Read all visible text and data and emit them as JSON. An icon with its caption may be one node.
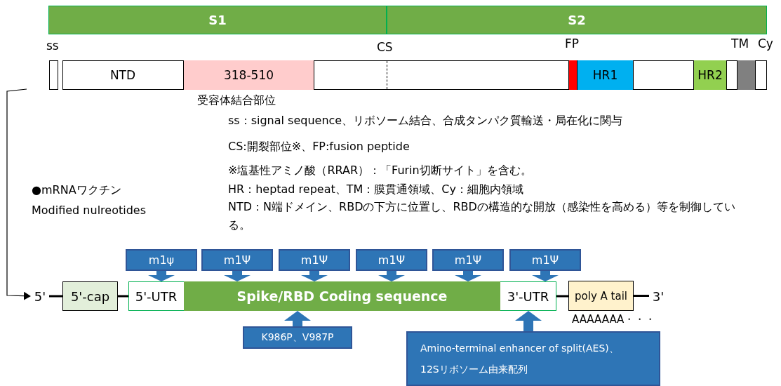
{
  "diagram": {
    "nodes": [
      {
        "text": [
          "S1"
        ]
      },
      {
        "text": [
          "S2"
        ]
      },
      {
        "text": [],
        "shape": "box"
      },
      {
        "text": [],
        "shape": "box"
      },
      {
        "text": [
          "NTD"
        ],
        "in": 3
      },
      {
        "text": [
          "318-510"
        ],
        "in": 3,
        "beside": [
          "受容体結合部位"
        ]
      },
      {
        "text": [],
        "shape": "box",
        "in": 3
      },
      {
        "text": [
          "HR1"
        ],
        "in": 3
      },
      {
        "text": [
          "HR2"
        ],
        "in": 3
      },
      {
        "text": [],
        "shape": "box",
        "in": 3
      },
      {
        "text": [
          "5'"
        ]
      },
      {
        "text": [
          "5'-cap"
        ]
      },
      {
        "text": [],
        "shape": "box"
      },
      {
        "text": [
          "5'-UTR"
        ],
        "in": 12
      },
      {
        "text": [
          "Spike/RBD Coding sequence"
        ],
        "in": 12
      },
      {
        "text": [
          "3'-UTR"
        ],
        "in": 12
      },
      {
        "text": [
          "poly A tail"
        ],
        "beside": [
          "AAAAAAA・・・"
        ]
      },
      {
        "text": [
          "3'"
        ]
      },
      {
        "text": [
          "m1ψ"
        ]
      },
      {
        "text": [
          "m1Ψ"
        ]
      },
      {
        "text": [
          "m1Ψ"
        ]
      },
      {
        "text": [
          "m1Ψ"
        ]
      },
      {
        "text": [
          "m1Ψ"
        ]
      },
      {
        "text": [
          "m1Ψ"
        ]
      },
      {
        "text": [
          "K986P、V987P"
        ]
      },
      {
        "text": [
          "Amino-terminal enhancer of split(AES)、12Sリボソーム由来配列"
        ]
      }
    ],
    "edges": [
      {
        "from": null,
        "to": 10,
        "arrow": "to",
        "color": "#000000"
      },
      {
        "from": 10,
        "to": 11,
        "arrow": "none",
        "color": "#000000"
      },
      {
        "from": 11,
        "to": 13,
        "arrow": "none",
        "color": "#000000"
      },
      {
        "from": 15,
        "to": 16,
        "arrow": "none",
        "color": "#000000"
      },
      {
        "from": 16,
        "to": 17,
        "arrow": "none",
        "color": "#000000"
      },
      {
        "from": 18,
        "to": 13,
        "arrow": "to"
      },
      {
        "from": 19,
        "to": 14,
        "arrow": "to"
      },
      {
        "from": 20,
        "to": 14,
        "arrow": "to"
      },
      {
        "from": 21,
        "to": 14,
        "arrow": "to"
      },
      {
        "from": 22,
        "to": 14,
        "arrow": "to"
      },
      {
        "from": 23,
        "to": 15,
        "arrow": "to"
      },
      {
        "from": 24,
        "to": 14,
        "arrow": "to"
      },
      {
        "from": 25,
        "to": 15,
        "arrow": "to"
      }
    ],
    "labels": [
      "ss",
      "CS",
      "FP",
      "TM",
      "Cy",
      "ss：signal sequence、リボソーム結合、合成タンパク質輸送・局在化に関与",
      "CS:開裂部位※、FP:fusion peptide",
      "※塩基性アミノ酸（RRAR）：「Furin切断サイト」を含む。",
      "●mRNAワクチン",
      "HR：heptad repeat、TM：膜貫通領域、Cy：細胞内領域",
      "Modified nulreotides",
      "NTD：N端ドメイン、RBDの下方に位置し、RBDの構造的な開放（感染性を高める）等を制御している。"
    ]
  }
}
